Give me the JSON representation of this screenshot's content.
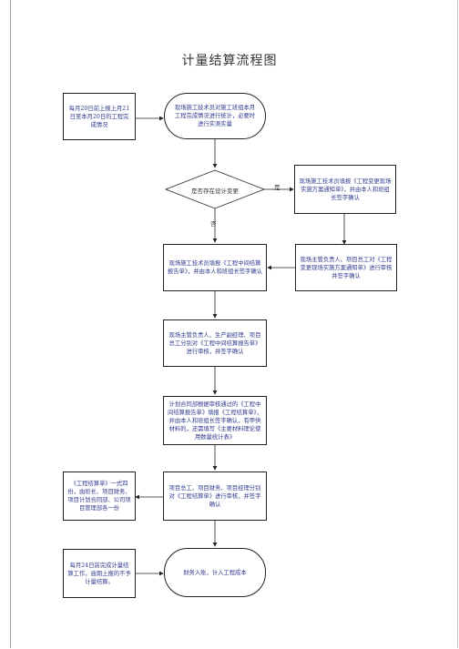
{
  "title": "计量结算流程图",
  "nodes": {
    "start": "现场施工技术员对施工班组本月工程完成情况进行统计，必要时进行实测实量",
    "note_top": "每月20日前上报上月21日至本月20日的工程完成情况",
    "decision": "是否存在设计变更",
    "change": "现场施工技术员填报《工程变更现场实施方案通知单》，并由本人和班组长签字确认",
    "fill_report": "现场施工技术员填报《工程中间结算报告单》，并由本人和班组长签字确认",
    "supervisor_confirm": "现场主管负责人、项目总工对《工程变更现场实施方案通知单》进行审核并签字确认",
    "review": "现场主管负责人、生产副经理、项目总工分别对《工程中间结算报告单》进行审核，并签字确认",
    "contract": "计划合同部根据审核通过的《工程中间结算报告单》填报《工程结算单》，并由本人和班组长签字确认，有甲供材料的，还需填写《主要材料理论使用数量统计表》",
    "copies_note": "《工程结算单》一式四份，由班长、项目财务、项目计划合同部、公司项目管理部各一份",
    "leaders": "项目总工、项目财务、项目经理分别对《工程结算单》进行审核，并签字确认",
    "end": "财务入账，计入工程成本",
    "note_bottom": "每月24日前完成计量结算工作，逾期上报的不予计量结算。"
  },
  "labels": {
    "yes": "是",
    "no": "否"
  }
}
